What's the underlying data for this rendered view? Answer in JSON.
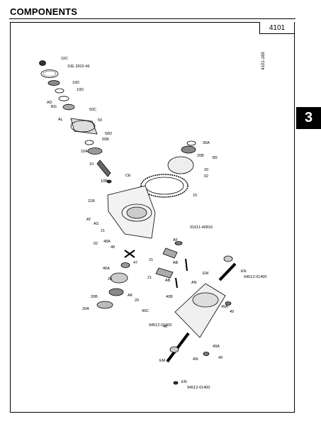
{
  "header": {
    "title": "COMPONENTS",
    "page_code": "4101",
    "side_code": "4101-169",
    "section_number": "3"
  },
  "parts": {
    "p10C": "10C",
    "p10E": "10E 3202-46",
    "p10D": "10D",
    "p10D2": "10D",
    "pAD": "AD",
    "pBG": "BG",
    "p50C": "50C",
    "pAL": "AL",
    "p50": "50",
    "p50D": "50D",
    "p50B": "50B",
    "p10A": "10A",
    "p10": "10",
    "p10B": "10B",
    "pCE": "CE",
    "p30A": "30A",
    "p20B": "20B",
    "pB5": "B5",
    "p20": "20",
    "p02": "02",
    "p10r": "10",
    "p21B": "21B",
    "pAT": "AT",
    "pAS": "AS",
    "p21": "21",
    "p91611": "91611-40816",
    "pAF": "AF",
    "p48A": "48A",
    "p48": "48",
    "p02b": "02",
    "p47": "47",
    "p46A": "46A",
    "p20a": "20",
    "p21a": "21",
    "pAB": "AB",
    "p21c": "21",
    "pAB2": "AB",
    "p20Bb": "20B",
    "p20Ab": "20A",
    "pAK": "AK",
    "p20b": "20",
    "pAN": "AN",
    "pEM": "EM",
    "pEN": "EN",
    "p94512a": "94512-01400",
    "p40B": "40B",
    "p40C": "40C",
    "p49A": "49A",
    "p49": "49",
    "p40": "40",
    "p94512b": "94512-01000",
    "pEMb": "EM",
    "pAN2": "AN",
    "pENb": "EN",
    "p94512c": "94512-01400",
    "p49Ab": "49A",
    "p49b": "49"
  }
}
